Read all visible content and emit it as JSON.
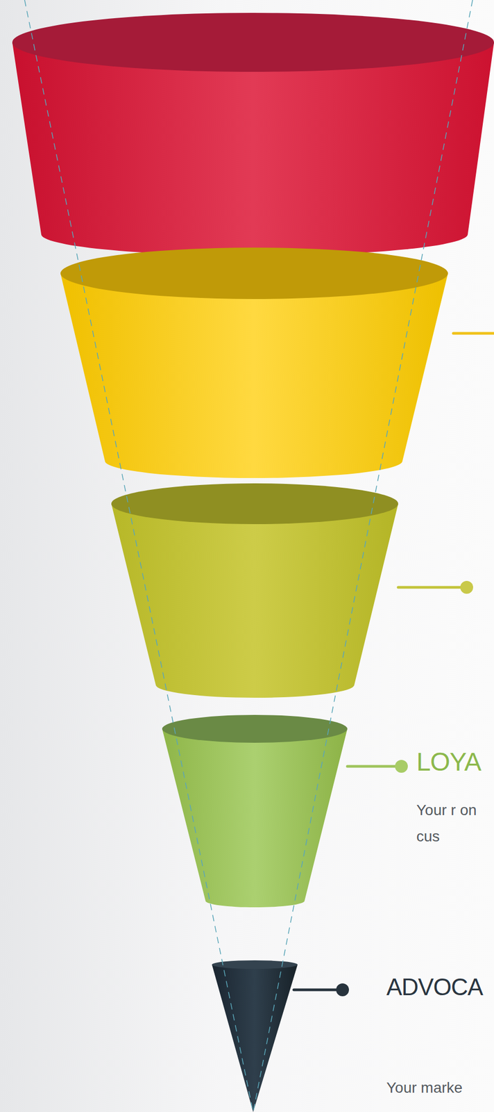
{
  "diagram": {
    "labels": [
      "LOYA",
      "Your r on cus",
      "ADVOCA",
      "Your marke"
    ]
  }
}
